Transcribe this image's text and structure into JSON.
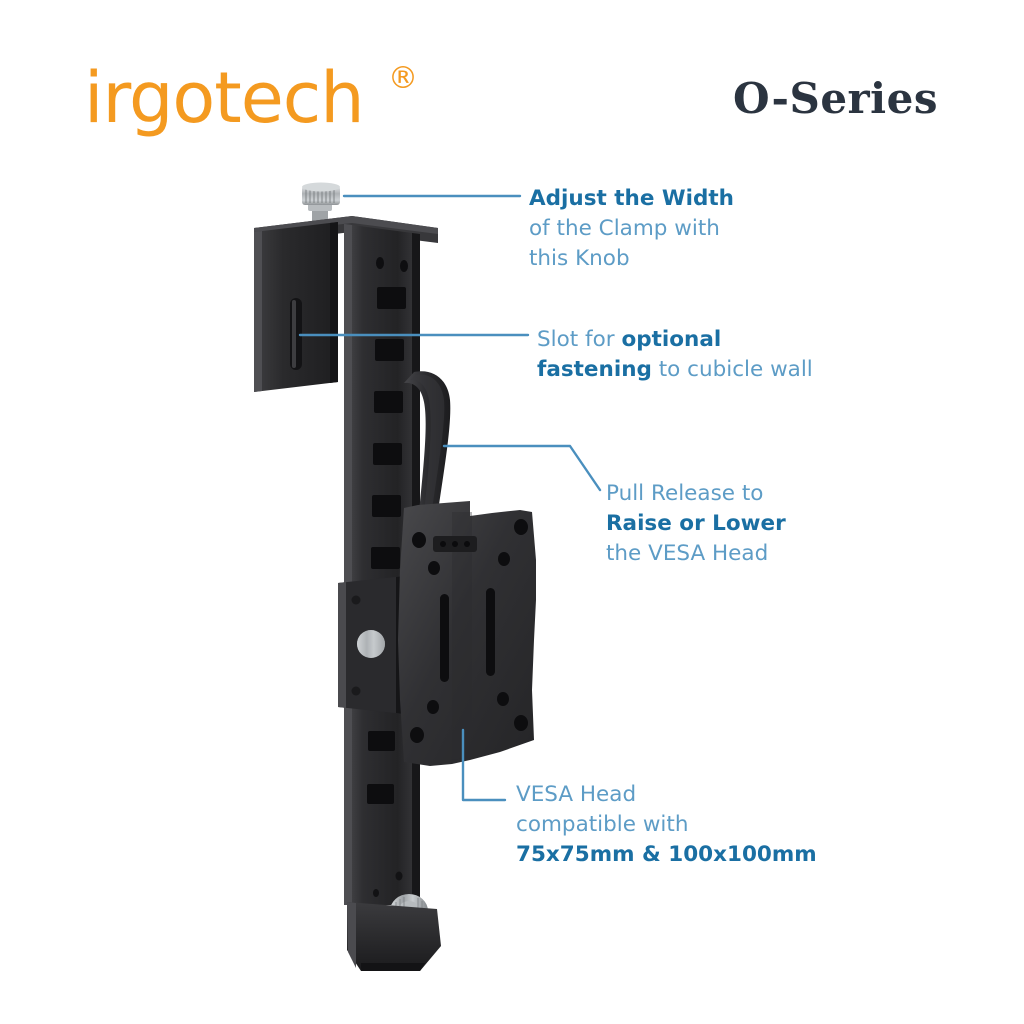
{
  "header": {
    "brand_name": "irgotech",
    "brand_registered_mark": "®",
    "brand_color": "#F49A20",
    "series_label": "O-Series",
    "series_color": "#2B3440"
  },
  "theme": {
    "callout_text_color": "#5D9CC6",
    "callout_bold_color": "#1A6FA3",
    "leader_line_color": "#4A8FBE",
    "background_color": "#FFFFFF",
    "product_body_color": "#2B2B2D",
    "product_knob_color": "#BFC2C4"
  },
  "callouts": [
    {
      "id": "adjust-width",
      "lines": [
        {
          "text": "Adjust the Width",
          "bold": true
        },
        {
          "text": "of the Clamp with",
          "bold": false
        },
        {
          "text": "this Knob",
          "bold": false
        }
      ]
    },
    {
      "id": "slot-fastening",
      "lines": [
        {
          "segments": [
            {
              "text": "Slot for ",
              "bold": false
            },
            {
              "text": "optional",
              "bold": true
            }
          ]
        },
        {
          "segments": [
            {
              "text": "fastening",
              "bold": true
            },
            {
              "text": " to cubicle wall",
              "bold": false
            }
          ]
        }
      ]
    },
    {
      "id": "pull-release",
      "lines": [
        {
          "text": "Pull Release to",
          "bold": false
        },
        {
          "text": "Raise or Lower",
          "bold": true
        },
        {
          "text": "the VESA Head",
          "bold": false
        }
      ]
    },
    {
      "id": "vesa-compatibility",
      "lines": [
        {
          "text": "VESA Head",
          "bold": false
        },
        {
          "text": "compatible with",
          "bold": false
        },
        {
          "text": "75x75mm & 100x100mm",
          "bold": true
        }
      ]
    }
  ],
  "product": {
    "name": "cubicle-hanger-monitor-mount",
    "parts": [
      {
        "name": "adjustment-knob-top",
        "type": "knurled-knob",
        "material": "silver"
      },
      {
        "name": "clamp-jaw",
        "type": "c-clamp-bracket",
        "material": "black"
      },
      {
        "name": "clamp-slot",
        "type": "vertical-fastening-slot"
      },
      {
        "name": "vertical-post",
        "type": "slotted-rail"
      },
      {
        "name": "pull-release-lever",
        "type": "lever-handle"
      },
      {
        "name": "carriage-block",
        "type": "sliding-carriage"
      },
      {
        "name": "vesa-plate",
        "type": "vesa-mount-plate"
      },
      {
        "name": "base-foot",
        "type": "bottom-support-foot"
      },
      {
        "name": "adjustment-knob-bottom",
        "type": "knurled-knob",
        "material": "silver"
      }
    ]
  }
}
